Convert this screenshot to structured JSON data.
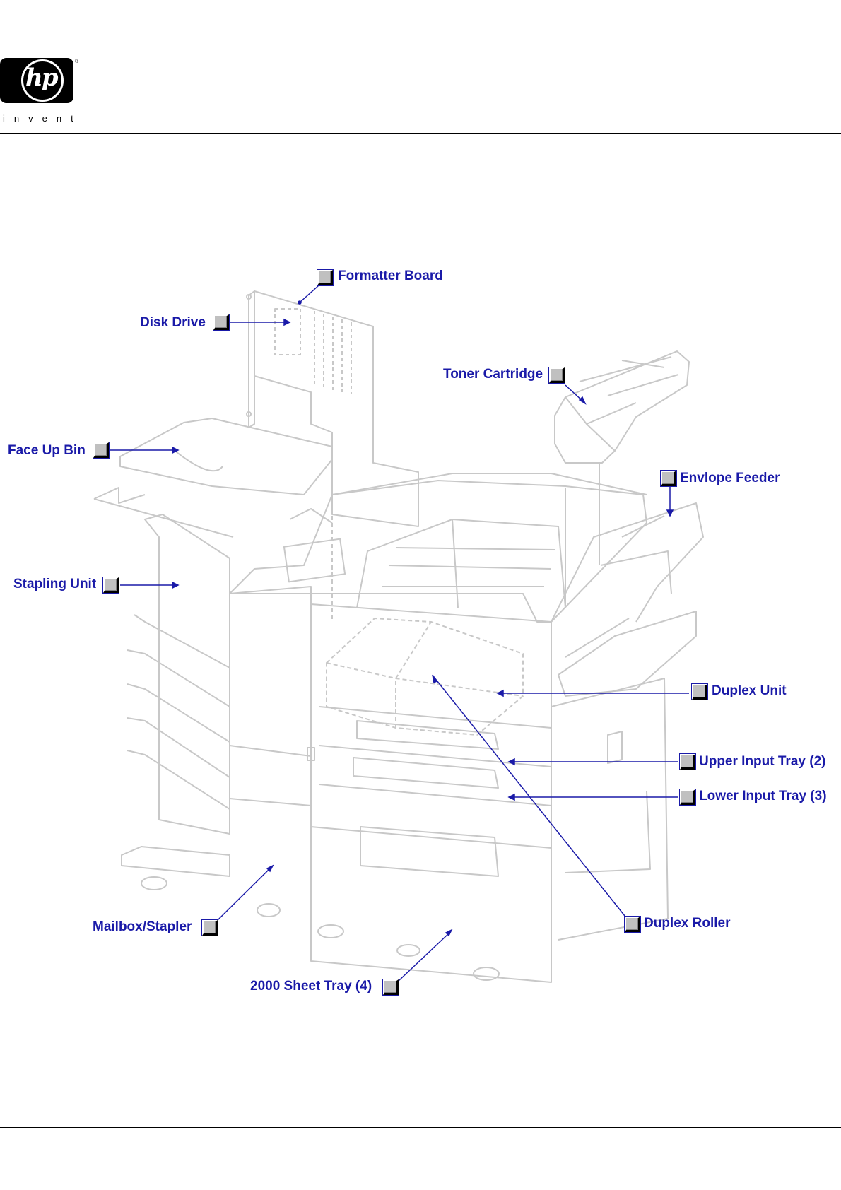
{
  "logo": {
    "mark": "hp",
    "reg": "®",
    "tagline": "invent"
  },
  "colors": {
    "callout_text": "#1a1aa8",
    "drawing": "#c8c8c8",
    "leader": "#1a1aa8",
    "button_face": "#c0c0c0"
  },
  "icons": {
    "callout_button": "square-button-icon"
  },
  "labels": {
    "formatter_board": "Formatter Board",
    "disk_drive": "Disk Drive",
    "toner_cartridge": "Toner Cartridge",
    "face_up_bin": "Face Up Bin",
    "envelope_feeder": "Envlope Feeder",
    "stapling_unit": "Stapling Unit",
    "duplex_unit": "Duplex Unit",
    "upper_input_tray": "Upper Input Tray (2)",
    "lower_input_tray": "Lower Input Tray (3)",
    "mailbox_stapler": "Mailbox/Stapler",
    "duplex_roller": "Duplex Roller",
    "sheet_tray_2000": "2000 Sheet Tray (4)"
  }
}
